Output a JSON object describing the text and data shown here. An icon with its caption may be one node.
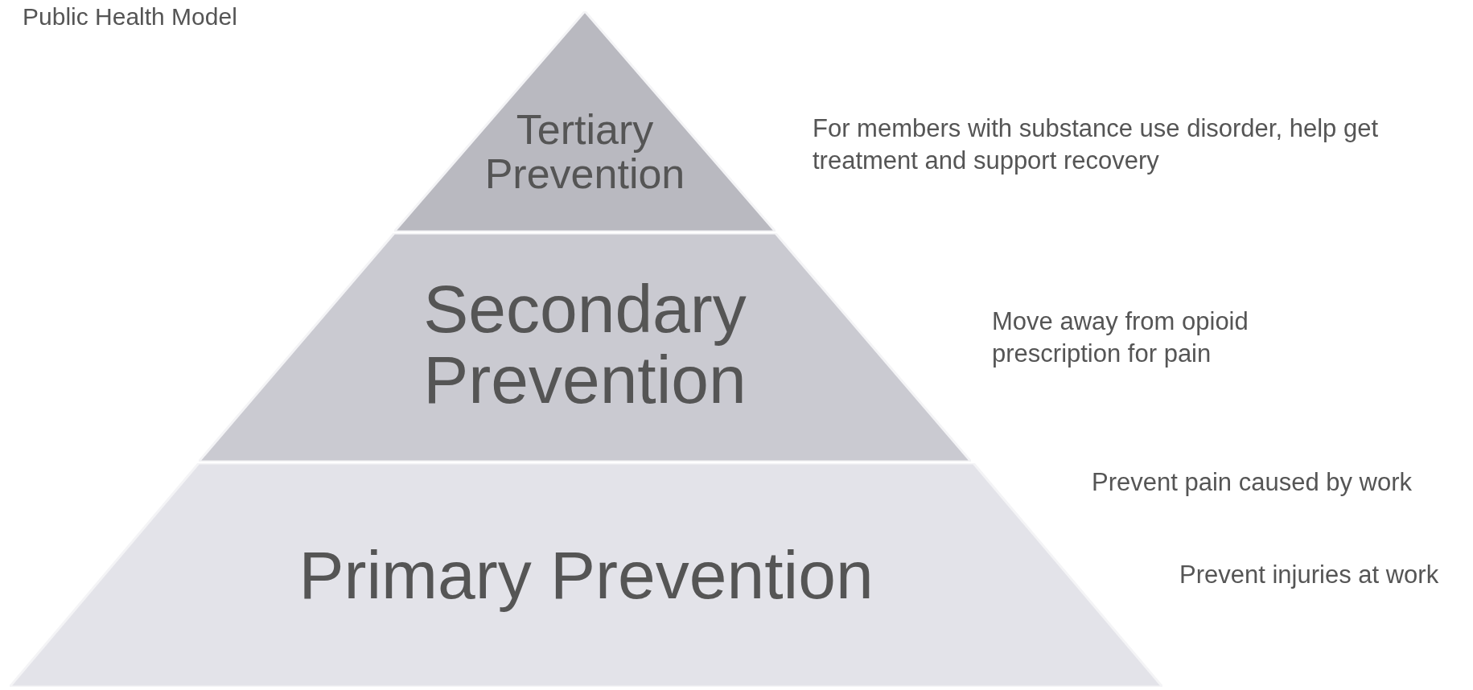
{
  "diagram": {
    "title": "Public Health Model",
    "nodes": [
      {
        "text": [
          "Tertiary Prevention"
        ],
        "beside": [
          "For members with substance use disorder, help get treatment and support recovery"
        ]
      },
      {
        "text": [
          "Secondary Prevention"
        ],
        "beside": [
          "Move away from opioid prescription for pain"
        ]
      },
      {
        "text": [
          "Primary Prevention"
        ],
        "beside": [
          "Prevent pain caused by work",
          "Prevent injuries at work"
        ]
      }
    ]
  }
}
